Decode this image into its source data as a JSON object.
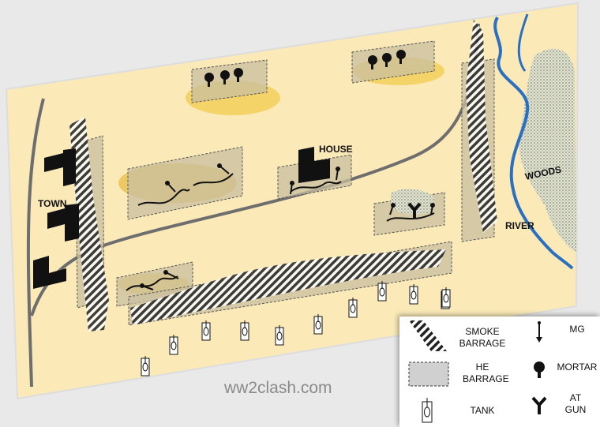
{
  "map": {
    "labels": {
      "town": "TOWN",
      "house": "HOUSE",
      "woods": "WOODS",
      "river": "RIVER"
    },
    "colors": {
      "board": "#fbeab8",
      "yellow": "#f3cd55",
      "he": "#c9bfa0",
      "river": "#2a6fc0",
      "road": "#6e6e6e"
    },
    "tank_count": 11
  },
  "legend": {
    "smoke": "SMOKE BARRAGE",
    "he": "HE BARRAGE",
    "tank": "TANK",
    "mg": "MG",
    "mortar": "MORTAR",
    "at_gun": "AT GUN"
  },
  "watermark": "ww2clash.com"
}
